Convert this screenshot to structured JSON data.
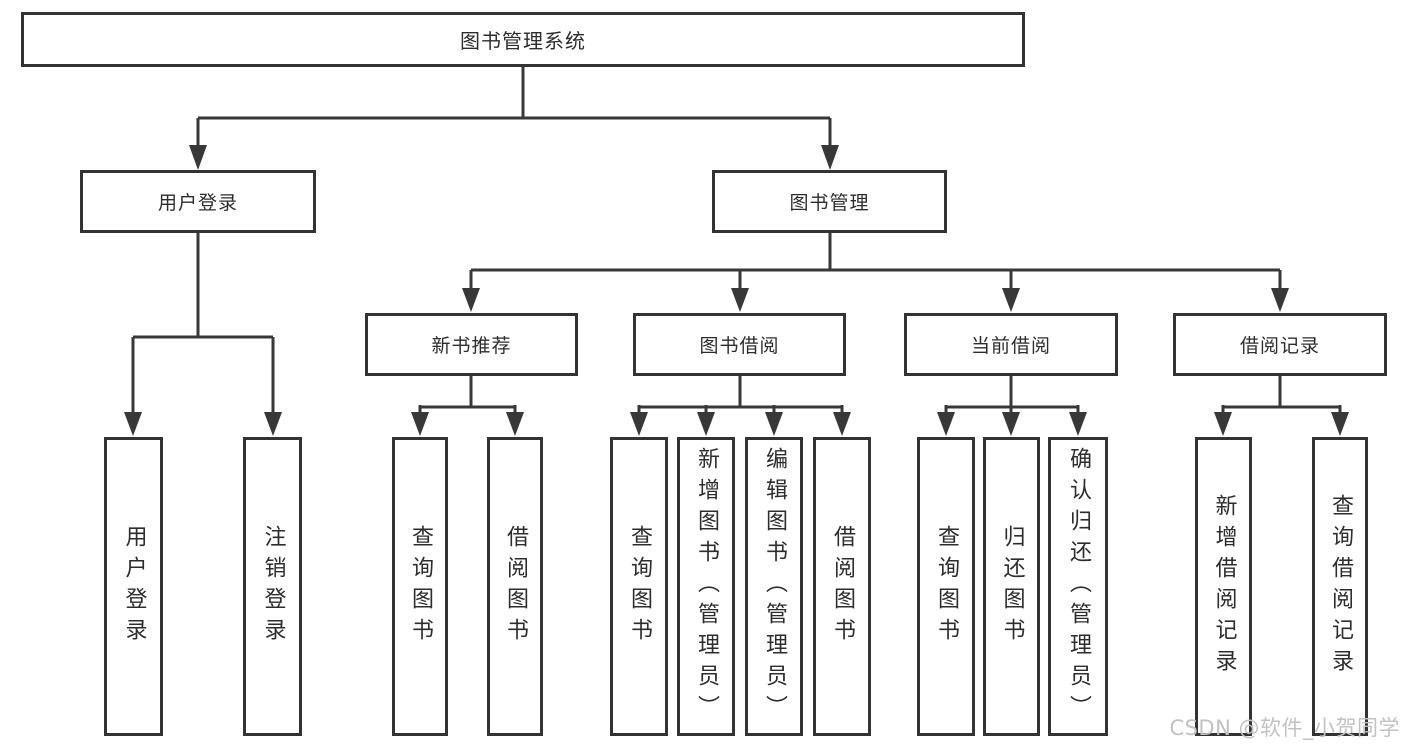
{
  "diagram": {
    "title_hint": "library-management-system-function-structure",
    "root": {
      "label": "图书管理系统"
    },
    "branches": [
      {
        "label": "用户登录",
        "children": [
          {
            "label": "用户登录"
          },
          {
            "label": "注销登录"
          }
        ]
      },
      {
        "label": "图书管理",
        "children": [
          {
            "label": "新书推荐",
            "children": [
              {
                "label": "查询图书"
              },
              {
                "label": "借阅图书"
              }
            ]
          },
          {
            "label": "图书借阅",
            "children": [
              {
                "label": "查询图书"
              },
              {
                "label": "新增图书（管理员）"
              },
              {
                "label": "编辑图书（管理员）"
              },
              {
                "label": "借阅图书"
              }
            ]
          },
          {
            "label": "当前借阅",
            "children": [
              {
                "label": "查询图书"
              },
              {
                "label": "归还图书"
              },
              {
                "label": "确认归还（管理员）"
              }
            ]
          },
          {
            "label": "借阅记录",
            "children": [
              {
                "label": "新增借阅记录"
              },
              {
                "label": "查询借阅记录"
              }
            ]
          }
        ]
      }
    ]
  },
  "watermark": {
    "text": "CSDN @软件_小贺同学"
  },
  "colors": {
    "bg": "#ffffff",
    "line": "#383838",
    "border": "#333333",
    "fill": "#ffffff",
    "text": "#2d2d2d",
    "watermark": "#c2c2c2"
  }
}
